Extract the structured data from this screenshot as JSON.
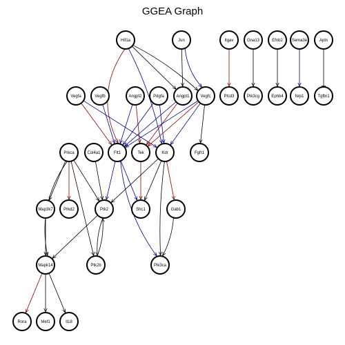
{
  "title": "GGEA Graph",
  "colors": {
    "activation": "#000000",
    "upregulated_edge": "#8B0000",
    "downregulated_edge": "#00008B",
    "node_stroke": "#000000",
    "node_up": "#FF0000",
    "node_down": "#00EE00"
  },
  "nodes": [
    {
      "id": "Hif1a",
      "label": "Hif1a",
      "status": "none"
    },
    {
      "id": "Jun",
      "label": "Jun",
      "status": "none"
    },
    {
      "id": "Itgav",
      "label": "Itgav",
      "status": "none"
    },
    {
      "id": "Gna13",
      "label": "Gna13",
      "status": "none"
    },
    {
      "id": "Efnb2",
      "label": "Efnb2",
      "status": "none"
    },
    {
      "id": "Sema3e",
      "label": "Sema3e",
      "status": "none"
    },
    {
      "id": "Apln",
      "label": "Apln",
      "status": "none"
    },
    {
      "id": "Vegfa",
      "label": "Vegfa",
      "status": "none"
    },
    {
      "id": "Vegfb",
      "label": "Vegfb",
      "status": "none"
    },
    {
      "id": "Angpt2",
      "label": "Angpt2",
      "status": "none"
    },
    {
      "id": "Pdgfa",
      "label": "Pdgfa",
      "status": "none"
    },
    {
      "id": "Angpt1",
      "label": "Angpt1",
      "status": "none"
    },
    {
      "id": "Vegfc",
      "label": "Vegfc",
      "status": "none"
    },
    {
      "id": "Plcd3",
      "label": "Plcd3",
      "status": "none"
    },
    {
      "id": "Pik3cg",
      "label": "Pik3cg",
      "status": "none"
    },
    {
      "id": "Ephb4",
      "label": "Ephb4",
      "status": "none"
    },
    {
      "id": "Nrp1",
      "label": "Nrp1",
      "status": "none"
    },
    {
      "id": "Tgfbr1",
      "label": "Tgfbr1",
      "status": "none"
    },
    {
      "id": "Prkca",
      "label": "Prkca",
      "status": "none"
    },
    {
      "id": "Col4a1",
      "label": "Col4a1",
      "status": "none"
    },
    {
      "id": "Flt1",
      "label": "Flt1",
      "status": "down"
    },
    {
      "id": "Tek",
      "label": "Tek",
      "status": "up"
    },
    {
      "id": "Kdr",
      "label": "Kdr",
      "status": "none"
    },
    {
      "id": "Fgfr1",
      "label": "Fgfr1",
      "status": "none"
    },
    {
      "id": "Map3k7",
      "label": "Map3k7",
      "status": "none"
    },
    {
      "id": "Prkd2",
      "label": "Prkd2",
      "status": "none"
    },
    {
      "id": "Ptk2",
      "label": "Ptk2",
      "status": "none"
    },
    {
      "id": "Shc1",
      "label": "Shc1",
      "status": "none"
    },
    {
      "id": "Gab1",
      "label": "Gab1",
      "status": "none"
    },
    {
      "id": "Mapk14",
      "label": "Mapk14",
      "status": "none"
    },
    {
      "id": "Ptk2b",
      "label": "Ptk2b",
      "status": "none"
    },
    {
      "id": "Pik3ca",
      "label": "Pik3ca",
      "status": "none"
    },
    {
      "id": "Rora",
      "label": "Rora",
      "status": "none"
    },
    {
      "id": "Mef1",
      "label": "Mef1",
      "status": "none"
    },
    {
      "id": "Il18",
      "label": "Il18",
      "status": "none"
    }
  ],
  "edges": [
    {
      "from": "Hif1a",
      "to": "Flt1",
      "color": "red",
      "type": "activation"
    },
    {
      "from": "Hif1a",
      "to": "Kdr",
      "color": "blue",
      "type": "activation"
    },
    {
      "from": "Hif1a",
      "to": "Angpt1",
      "color": "black",
      "type": "activation"
    },
    {
      "from": "Hif1a",
      "to": "Vegfc",
      "color": "black",
      "type": "activation"
    },
    {
      "from": "Jun",
      "to": "Angpt1",
      "color": "black",
      "type": "activation"
    },
    {
      "from": "Jun",
      "to": "Vegfc",
      "color": "blue",
      "type": "activation"
    },
    {
      "from": "Itgav",
      "to": "Plcd3",
      "color": "red",
      "type": "activation"
    },
    {
      "from": "Gna13",
      "to": "Pik3cg",
      "color": "black",
      "type": "activation"
    },
    {
      "from": "Efnb2",
      "to": "Ephb4",
      "color": "black",
      "type": "activation"
    },
    {
      "from": "Sema3e",
      "to": "Nrp1",
      "color": "blue",
      "type": "activation"
    },
    {
      "from": "Apln",
      "to": "Tgfbr1",
      "color": "black",
      "type": "inhibition"
    },
    {
      "from": "Vegfa",
      "to": "Flt1",
      "color": "red",
      "type": "activation"
    },
    {
      "from": "Vegfa",
      "to": "Kdr",
      "color": "blue",
      "type": "activation"
    },
    {
      "from": "Vegfb",
      "to": "Flt1",
      "color": "blue",
      "type": "activation"
    },
    {
      "from": "Angpt2",
      "to": "Tek",
      "color": "red",
      "type": "activation"
    },
    {
      "from": "Angpt2",
      "to": "Flt1",
      "color": "blue",
      "type": "activation"
    },
    {
      "from": "Pdgfa",
      "to": "Flt1",
      "color": "blue",
      "type": "activation"
    },
    {
      "from": "Pdgfa",
      "to": "Kdr",
      "color": "blue",
      "type": "activation"
    },
    {
      "from": "Angpt1",
      "to": "Tek",
      "color": "red",
      "type": "activation"
    },
    {
      "from": "Angpt1",
      "to": "Flt1",
      "color": "blue",
      "type": "activation"
    },
    {
      "from": "Vegfc",
      "to": "Flt1",
      "color": "blue",
      "type": "activation"
    },
    {
      "from": "Vegfc",
      "to": "Tek",
      "color": "red",
      "type": "activation"
    },
    {
      "from": "Vegfc",
      "to": "Kdr",
      "color": "blue",
      "type": "activation"
    },
    {
      "from": "Vegfc",
      "to": "Fgfr1",
      "color": "black",
      "type": "activation"
    },
    {
      "from": "Prkca",
      "to": "Map3k7",
      "color": "black",
      "type": "activation"
    },
    {
      "from": "Prkca",
      "to": "Prkd2",
      "color": "red",
      "type": "activation"
    },
    {
      "from": "Prkca",
      "to": "Ptk2",
      "color": "black",
      "type": "activation"
    },
    {
      "from": "Prkca",
      "to": "Mapk14",
      "color": "black",
      "type": "activation"
    },
    {
      "from": "Prkca",
      "to": "Ptk2b",
      "color": "black",
      "type": "activation"
    },
    {
      "from": "Col4a1",
      "to": "Ptk2",
      "color": "black",
      "type": "activation"
    },
    {
      "from": "Flt1",
      "to": "Ptk2",
      "color": "blue",
      "type": "activation"
    },
    {
      "from": "Flt1",
      "to": "Shc1",
      "color": "blue",
      "type": "activation"
    },
    {
      "from": "Flt1",
      "to": "Pik3ca",
      "color": "blue",
      "type": "activation"
    },
    {
      "from": "Tek",
      "to": "Shc1",
      "color": "red",
      "type": "activation"
    },
    {
      "from": "Kdr",
      "to": "Ptk2",
      "color": "black",
      "type": "activation"
    },
    {
      "from": "Kdr",
      "to": "Shc1",
      "color": "black",
      "type": "activation"
    },
    {
      "from": "Kdr",
      "to": "Gab1",
      "color": "red",
      "type": "activation"
    },
    {
      "from": "Kdr",
      "to": "Pik3ca",
      "color": "black",
      "type": "activation"
    },
    {
      "from": "Map3k7",
      "to": "Mapk14",
      "color": "black",
      "type": "activation"
    },
    {
      "from": "Ptk2",
      "to": "Mapk14",
      "color": "black",
      "type": "activation"
    },
    {
      "from": "Ptk2",
      "to": "Ptk2b",
      "color": "black",
      "type": "activation"
    },
    {
      "from": "Ptk2b",
      "to": "Ptk2",
      "color": "black",
      "type": "activation"
    },
    {
      "from": "Gab1",
      "to": "Pik3ca",
      "color": "black",
      "type": "activation"
    },
    {
      "from": "Mapk14",
      "to": "Rora",
      "color": "red",
      "type": "activation"
    },
    {
      "from": "Mapk14",
      "to": "Mef1",
      "color": "black",
      "type": "activation"
    },
    {
      "from": "Mapk14",
      "to": "Il18",
      "color": "black",
      "type": "activation"
    }
  ]
}
